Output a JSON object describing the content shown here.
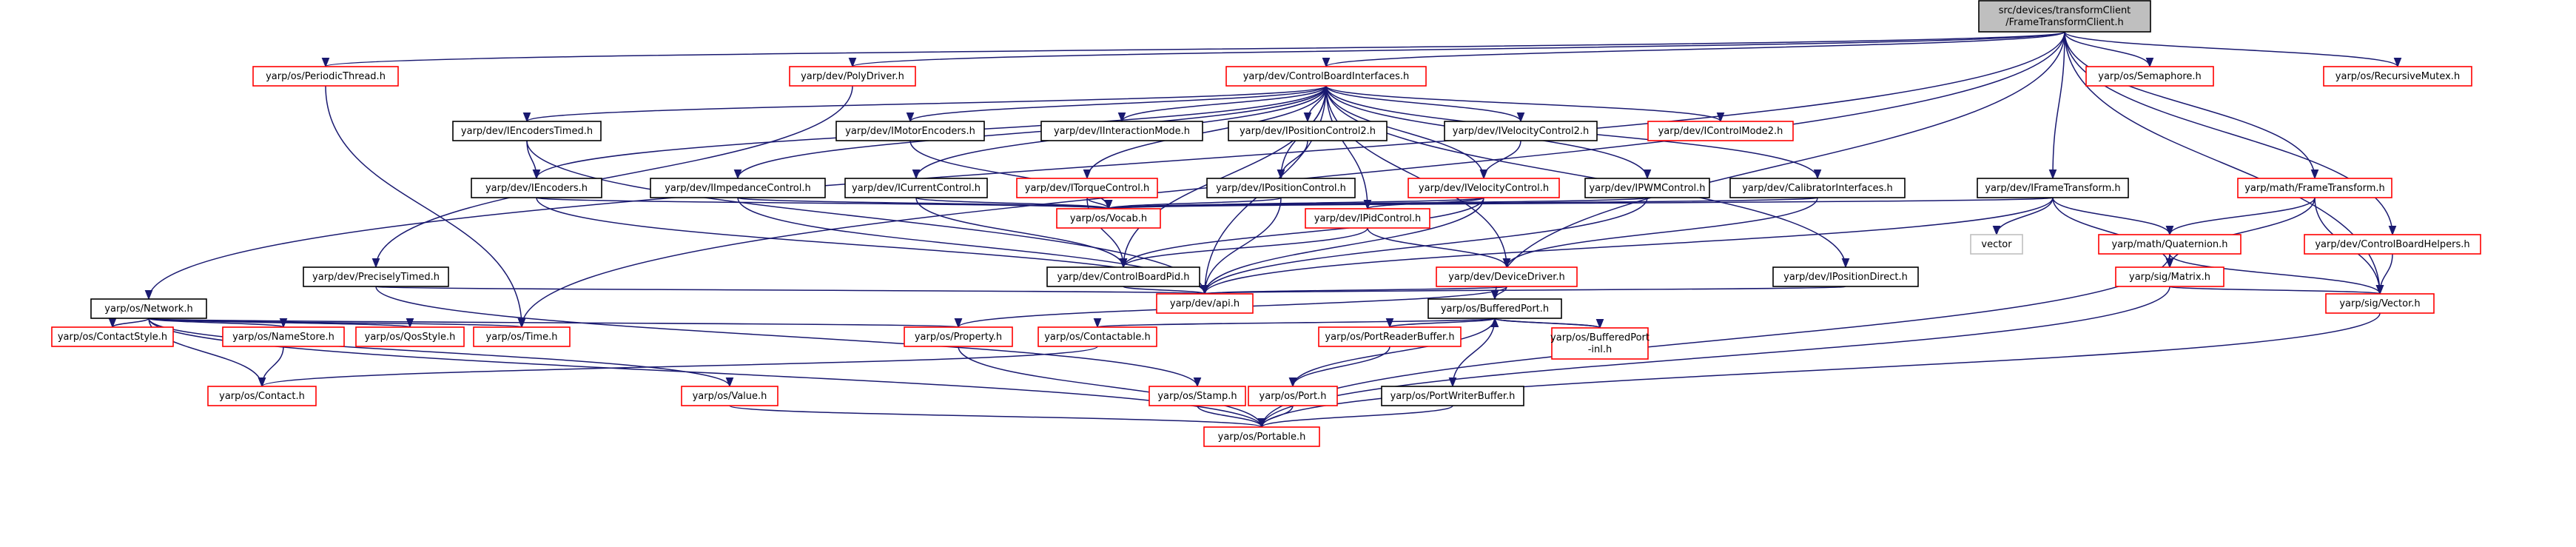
{
  "graph": {
    "nodes": [
      {
        "id": "root",
        "lines": [
          "src/devices/transformClient",
          "/FrameTransformClient.h"
        ],
        "style": "root"
      },
      {
        "id": "periodic_thread",
        "lines": [
          "yarp/os/PeriodicThread.h"
        ],
        "style": "broken"
      },
      {
        "id": "poly_driver",
        "lines": [
          "yarp/dev/PolyDriver.h"
        ],
        "style": "broken"
      },
      {
        "id": "cbi",
        "lines": [
          "yarp/dev/ControlBoardInterfaces.h"
        ],
        "style": "broken"
      },
      {
        "id": "semaphore",
        "lines": [
          "yarp/os/Semaphore.h"
        ],
        "style": "broken"
      },
      {
        "id": "recursive_mutex",
        "lines": [
          "yarp/os/RecursiveMutex.h"
        ],
        "style": "broken"
      },
      {
        "id": "ienc_timed",
        "lines": [
          "yarp/dev/IEncodersTimed.h"
        ],
        "style": "normal"
      },
      {
        "id": "imotor_enc",
        "lines": [
          "yarp/dev/IMotorEncoders.h"
        ],
        "style": "normal"
      },
      {
        "id": "iinteraction",
        "lines": [
          "yarp/dev/IInteractionMode.h"
        ],
        "style": "normal"
      },
      {
        "id": "ipos2",
        "lines": [
          "yarp/dev/IPositionControl2.h"
        ],
        "style": "normal"
      },
      {
        "id": "ivel2",
        "lines": [
          "yarp/dev/IVelocityControl2.h"
        ],
        "style": "normal"
      },
      {
        "id": "icontrolmode2",
        "lines": [
          "yarp/dev/IControlMode2.h"
        ],
        "style": "broken"
      },
      {
        "id": "ienc",
        "lines": [
          "yarp/dev/IEncoders.h"
        ],
        "style": "normal"
      },
      {
        "id": "iimpedance",
        "lines": [
          "yarp/dev/IImpedanceControl.h"
        ],
        "style": "normal"
      },
      {
        "id": "icurrent",
        "lines": [
          "yarp/dev/ICurrentControl.h"
        ],
        "style": "normal"
      },
      {
        "id": "itorque",
        "lines": [
          "yarp/dev/ITorqueControl.h"
        ],
        "style": "broken"
      },
      {
        "id": "ipos",
        "lines": [
          "yarp/dev/IPositionControl.h"
        ],
        "style": "normal"
      },
      {
        "id": "ivel",
        "lines": [
          "yarp/dev/IVelocityControl.h"
        ],
        "style": "broken"
      },
      {
        "id": "ipwm",
        "lines": [
          "yarp/dev/IPWMControl.h"
        ],
        "style": "normal"
      },
      {
        "id": "calib",
        "lines": [
          "yarp/dev/CalibratorInterfaces.h"
        ],
        "style": "normal"
      },
      {
        "id": "iframe",
        "lines": [
          "yarp/dev/IFrameTransform.h"
        ],
        "style": "normal"
      },
      {
        "id": "math_frame",
        "lines": [
          "yarp/math/FrameTransform.h"
        ],
        "style": "broken"
      },
      {
        "id": "vocab",
        "lines": [
          "yarp/os/Vocab.h"
        ],
        "style": "broken"
      },
      {
        "id": "ipid",
        "lines": [
          "yarp/dev/IPidControl.h"
        ],
        "style": "broken"
      },
      {
        "id": "vector_ext",
        "lines": [
          "vector"
        ],
        "style": "external"
      },
      {
        "id": "quaternion",
        "lines": [
          "yarp/math/Quaternion.h"
        ],
        "style": "broken"
      },
      {
        "id": "cbhelpers",
        "lines": [
          "yarp/dev/ControlBoardHelpers.h"
        ],
        "style": "broken"
      },
      {
        "id": "precisely_timed",
        "lines": [
          "yarp/dev/PreciselyTimed.h"
        ],
        "style": "normal"
      },
      {
        "id": "cbpid",
        "lines": [
          "yarp/dev/ControlBoardPid.h"
        ],
        "style": "normal"
      },
      {
        "id": "device_driver",
        "lines": [
          "yarp/dev/DeviceDriver.h"
        ],
        "style": "broken"
      },
      {
        "id": "iposdirect",
        "lines": [
          "yarp/dev/IPositionDirect.h"
        ],
        "style": "normal"
      },
      {
        "id": "matrix",
        "lines": [
          "yarp/sig/Matrix.h"
        ],
        "style": "broken"
      },
      {
        "id": "api",
        "lines": [
          "yarp/dev/api.h"
        ],
        "style": "broken"
      },
      {
        "id": "sigvector",
        "lines": [
          "yarp/sig/Vector.h"
        ],
        "style": "broken"
      },
      {
        "id": "network",
        "lines": [
          "yarp/os/Network.h"
        ],
        "style": "normal"
      },
      {
        "id": "buffered_port",
        "lines": [
          "yarp/os/BufferedPort.h"
        ],
        "style": "normal"
      },
      {
        "id": "contact_style",
        "lines": [
          "yarp/os/ContactStyle.h"
        ],
        "style": "broken"
      },
      {
        "id": "name_store",
        "lines": [
          "yarp/os/NameStore.h"
        ],
        "style": "broken"
      },
      {
        "id": "qos_style",
        "lines": [
          "yarp/os/QosStyle.h"
        ],
        "style": "broken"
      },
      {
        "id": "time",
        "lines": [
          "yarp/os/Time.h"
        ],
        "style": "broken"
      },
      {
        "id": "property",
        "lines": [
          "yarp/os/Property.h"
        ],
        "style": "broken"
      },
      {
        "id": "contactable",
        "lines": [
          "yarp/os/Contactable.h"
        ],
        "style": "broken"
      },
      {
        "id": "port_reader_buffer",
        "lines": [
          "yarp/os/PortReaderBuffer.h"
        ],
        "style": "broken"
      },
      {
        "id": "buffered_port_inl",
        "lines": [
          "yarp/os/BufferedPort",
          "-inl.h"
        ],
        "style": "broken"
      },
      {
        "id": "contact",
        "lines": [
          "yarp/os/Contact.h"
        ],
        "style": "broken"
      },
      {
        "id": "value",
        "lines": [
          "yarp/os/Value.h"
        ],
        "style": "broken"
      },
      {
        "id": "stamp",
        "lines": [
          "yarp/os/Stamp.h"
        ],
        "style": "broken"
      },
      {
        "id": "port",
        "lines": [
          "yarp/os/Port.h"
        ],
        "style": "broken"
      },
      {
        "id": "port_writer_buffer",
        "lines": [
          "yarp/os/PortWriterBuffer.h"
        ],
        "style": "normal"
      },
      {
        "id": "portable",
        "lines": [
          "yarp/os/Portable.h"
        ],
        "style": "broken"
      }
    ],
    "edges": [
      [
        "root",
        "network"
      ],
      [
        "root",
        "periodic_thread"
      ],
      [
        "root",
        "poly_driver"
      ],
      [
        "root",
        "cbi"
      ],
      [
        "root",
        "semaphore"
      ],
      [
        "root",
        "recursive_mutex"
      ],
      [
        "root",
        "iframe"
      ],
      [
        "root",
        "math_frame"
      ],
      [
        "root",
        "cbhelpers"
      ],
      [
        "root",
        "sigvector"
      ],
      [
        "root",
        "buffered_port"
      ],
      [
        "root",
        "time"
      ],
      [
        "periodic_thread",
        "time"
      ],
      [
        "poly_driver",
        "precisely_timed"
      ],
      [
        "cbi",
        "ienc_timed"
      ],
      [
        "cbi",
        "imotor_enc"
      ],
      [
        "cbi",
        "iinteraction"
      ],
      [
        "cbi",
        "ipos2"
      ],
      [
        "cbi",
        "ivel2"
      ],
      [
        "cbi",
        "icontrolmode2"
      ],
      [
        "cbi",
        "ienc"
      ],
      [
        "cbi",
        "iimpedance"
      ],
      [
        "cbi",
        "icurrent"
      ],
      [
        "cbi",
        "itorque"
      ],
      [
        "cbi",
        "ipos"
      ],
      [
        "cbi",
        "ivel"
      ],
      [
        "cbi",
        "ipwm"
      ],
      [
        "cbi",
        "calib"
      ],
      [
        "cbi",
        "ipid"
      ],
      [
        "cbi",
        "cbpid"
      ],
      [
        "cbi",
        "device_driver"
      ],
      [
        "cbi",
        "iposdirect"
      ],
      [
        "cbi",
        "api"
      ],
      [
        "ienc_timed",
        "ienc"
      ],
      [
        "ienc_timed",
        "api"
      ],
      [
        "imotor_enc",
        "vocab"
      ],
      [
        "ipos2",
        "ipos"
      ],
      [
        "ivel2",
        "ivel"
      ],
      [
        "ienc",
        "vocab"
      ],
      [
        "ienc",
        "api"
      ],
      [
        "iimpedance",
        "vocab"
      ],
      [
        "iimpedance",
        "api"
      ],
      [
        "icurrent",
        "vocab"
      ],
      [
        "icurrent",
        "cbpid"
      ],
      [
        "itorque",
        "vocab"
      ],
      [
        "itorque",
        "cbpid"
      ],
      [
        "ipos",
        "vocab"
      ],
      [
        "ipos",
        "api"
      ],
      [
        "ivel",
        "vocab"
      ],
      [
        "ivel",
        "ipid"
      ],
      [
        "ivel",
        "cbpid"
      ],
      [
        "ivel",
        "api"
      ],
      [
        "ipwm",
        "vocab"
      ],
      [
        "ipwm",
        "api"
      ],
      [
        "calib",
        "vocab"
      ],
      [
        "calib",
        "device_driver"
      ],
      [
        "iframe",
        "vocab"
      ],
      [
        "iframe",
        "vector_ext"
      ],
      [
        "iframe",
        "quaternion"
      ],
      [
        "iframe",
        "matrix"
      ],
      [
        "iframe",
        "api"
      ],
      [
        "math_frame",
        "quaternion"
      ],
      [
        "math_frame",
        "matrix"
      ],
      [
        "math_frame",
        "sigvector"
      ],
      [
        "quaternion",
        "matrix"
      ],
      [
        "quaternion",
        "sigvector"
      ],
      [
        "quaternion",
        "portable"
      ],
      [
        "cbhelpers",
        "sigvector"
      ],
      [
        "ipid",
        "device_driver"
      ],
      [
        "ipid",
        "cbpid"
      ],
      [
        "precisely_timed",
        "api"
      ],
      [
        "precisely_timed",
        "stamp"
      ],
      [
        "cbpid",
        "api"
      ],
      [
        "device_driver",
        "api"
      ],
      [
        "device_driver",
        "buffered_port"
      ],
      [
        "device_driver",
        "property"
      ],
      [
        "iposdirect",
        "api"
      ],
      [
        "matrix",
        "sigvector"
      ],
      [
        "matrix",
        "portable"
      ],
      [
        "sigvector",
        "portable"
      ],
      [
        "network",
        "contact_style"
      ],
      [
        "network",
        "name_store"
      ],
      [
        "network",
        "qos_style"
      ],
      [
        "network",
        "time"
      ],
      [
        "network",
        "property"
      ],
      [
        "network",
        "contact"
      ],
      [
        "network",
        "value"
      ],
      [
        "network",
        "portable"
      ],
      [
        "name_store",
        "contact"
      ],
      [
        "buffered_port",
        "contactable"
      ],
      [
        "buffered_port",
        "port_reader_buffer"
      ],
      [
        "buffered_port",
        "buffered_port_inl"
      ],
      [
        "buffered_port",
        "port"
      ],
      [
        "buffered_port",
        "port_writer_buffer"
      ],
      [
        "buffered_port_inl",
        "buffered_port"
      ],
      [
        "contactable",
        "contact"
      ],
      [
        "property",
        "portable"
      ],
      [
        "port_reader_buffer",
        "port"
      ],
      [
        "value",
        "portable"
      ],
      [
        "stamp",
        "portable"
      ],
      [
        "port",
        "portable"
      ],
      [
        "port_writer_buffer",
        "portable"
      ]
    ]
  }
}
